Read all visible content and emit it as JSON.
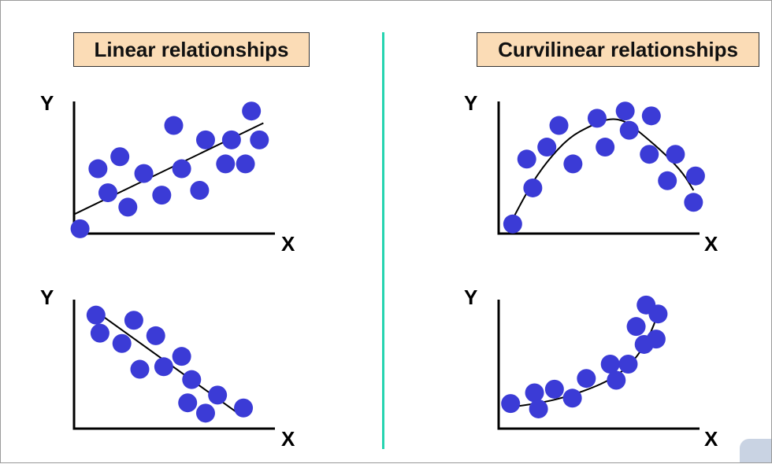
{
  "titles": {
    "left": "Linear relationships",
    "right": "Curvilinear relationships"
  },
  "divider_color": "#26d4b0",
  "point_color": "#3b3bd6",
  "title_bg_color": "#fbdcb6",
  "panels": [
    {
      "id": "linear-positive",
      "x_label": "X",
      "y_label": "Y",
      "points": [
        [
          0.3,
          0.2
        ],
        [
          1.2,
          2.7
        ],
        [
          1.7,
          1.7
        ],
        [
          2.3,
          3.2
        ],
        [
          2.7,
          1.1
        ],
        [
          3.5,
          2.5
        ],
        [
          4.4,
          1.6
        ],
        [
          5.0,
          4.5
        ],
        [
          5.4,
          2.7
        ],
        [
          6.3,
          1.8
        ],
        [
          6.6,
          3.9
        ],
        [
          7.6,
          2.9
        ],
        [
          7.9,
          3.9
        ],
        [
          8.6,
          2.9
        ],
        [
          8.9,
          5.1
        ],
        [
          9.3,
          3.9
        ]
      ],
      "trend": [
        [
          0,
          0.8
        ],
        [
          9.5,
          4.6
        ]
      ]
    },
    {
      "id": "linear-negative",
      "x_label": "X",
      "y_label": "Y",
      "points": [
        [
          1.1,
          4.4
        ],
        [
          1.3,
          3.7
        ],
        [
          2.4,
          3.3
        ],
        [
          3.0,
          4.2
        ],
        [
          3.3,
          2.3
        ],
        [
          4.1,
          3.6
        ],
        [
          4.5,
          2.4
        ],
        [
          5.4,
          2.8
        ],
        [
          5.9,
          1.9
        ],
        [
          5.7,
          1.0
        ],
        [
          6.6,
          0.6
        ],
        [
          7.2,
          1.3
        ],
        [
          8.5,
          0.8
        ]
      ],
      "trend": [
        [
          1.0,
          4.6
        ],
        [
          8.4,
          0.5
        ]
      ]
    },
    {
      "id": "curvilinear-peak",
      "x_label": "X",
      "y_label": "Y",
      "points": [
        [
          0.7,
          0.4
        ],
        [
          1.7,
          1.9
        ],
        [
          1.4,
          3.1
        ],
        [
          2.4,
          3.6
        ],
        [
          3.0,
          4.5
        ],
        [
          3.7,
          2.9
        ],
        [
          4.9,
          4.8
        ],
        [
          5.3,
          3.6
        ],
        [
          6.3,
          5.1
        ],
        [
          6.5,
          4.3
        ],
        [
          7.5,
          3.3
        ],
        [
          7.6,
          4.9
        ],
        [
          8.4,
          2.2
        ],
        [
          8.8,
          3.3
        ],
        [
          9.8,
          2.4
        ],
        [
          9.7,
          1.3
        ]
      ],
      "trend": [
        [
          0.7,
          0.6
        ],
        [
          1.5,
          1.9
        ],
        [
          2.4,
          3.0
        ],
        [
          3.5,
          4.0
        ],
        [
          4.6,
          4.5
        ],
        [
          5.5,
          4.8
        ],
        [
          6.3,
          4.7
        ],
        [
          7.2,
          4.1
        ],
        [
          8.3,
          3.3
        ],
        [
          9.2,
          2.5
        ],
        [
          9.7,
          1.8
        ]
      ]
    },
    {
      "id": "curvilinear-exponential",
      "x_label": "X",
      "y_label": "Y",
      "points": [
        [
          0.6,
          1.4
        ],
        [
          1.8,
          2.0
        ],
        [
          2.0,
          1.1
        ],
        [
          2.8,
          2.2
        ],
        [
          3.7,
          1.7
        ],
        [
          4.4,
          2.8
        ],
        [
          5.6,
          3.6
        ],
        [
          5.9,
          2.7
        ],
        [
          6.5,
          3.6
        ],
        [
          6.9,
          5.7
        ],
        [
          7.3,
          4.7
        ],
        [
          7.4,
          6.9
        ],
        [
          7.9,
          5.0
        ],
        [
          8.0,
          6.4
        ]
      ],
      "trend": [
        [
          0.6,
          1.2
        ],
        [
          2.0,
          1.4
        ],
        [
          3.5,
          1.8
        ],
        [
          5.0,
          2.4
        ],
        [
          6.0,
          3.0
        ],
        [
          6.8,
          3.8
        ],
        [
          7.4,
          4.8
        ],
        [
          7.8,
          5.8
        ],
        [
          8.1,
          6.8
        ]
      ]
    }
  ]
}
